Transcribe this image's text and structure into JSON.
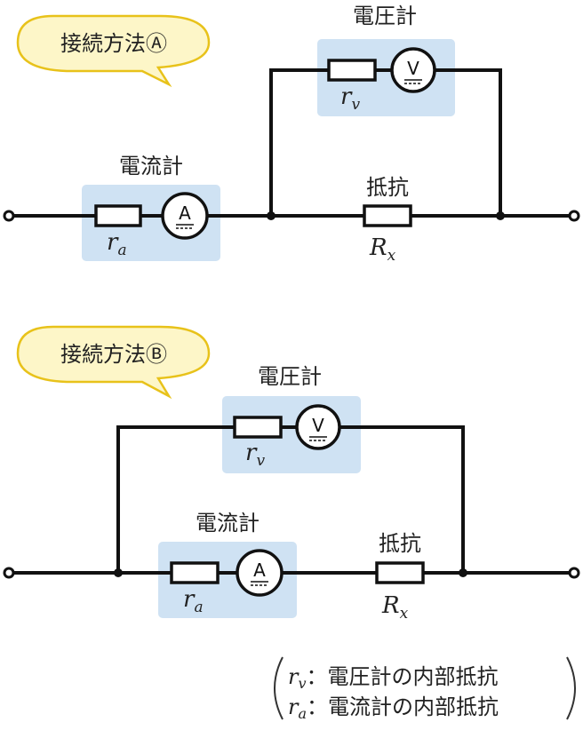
{
  "methodA": {
    "title": "接続方法Ⓐ",
    "voltmeter_label": "電圧計",
    "ammeter_label": "電流計",
    "resistor_label": "抵抗",
    "voltmeter_symbol": "V",
    "ammeter_symbol": "A",
    "rv": {
      "base": "r",
      "sub": "v"
    },
    "ra": {
      "base": "r",
      "sub": "a"
    },
    "rx": {
      "base": "R",
      "sub": "x"
    }
  },
  "methodB": {
    "title": "接続方法Ⓑ",
    "voltmeter_label": "電圧計",
    "ammeter_label": "電流計",
    "resistor_label": "抵抗",
    "voltmeter_symbol": "V",
    "ammeter_symbol": "A",
    "rv": {
      "base": "r",
      "sub": "v"
    },
    "ra": {
      "base": "r",
      "sub": "a"
    },
    "rx": {
      "base": "R",
      "sub": "x"
    }
  },
  "legend": {
    "rv": {
      "base": "r",
      "sub": "v",
      "text": "：電圧計の内部抵抗"
    },
    "ra": {
      "base": "r",
      "sub": "a",
      "text": "：電流計の内部抵抗"
    }
  }
}
